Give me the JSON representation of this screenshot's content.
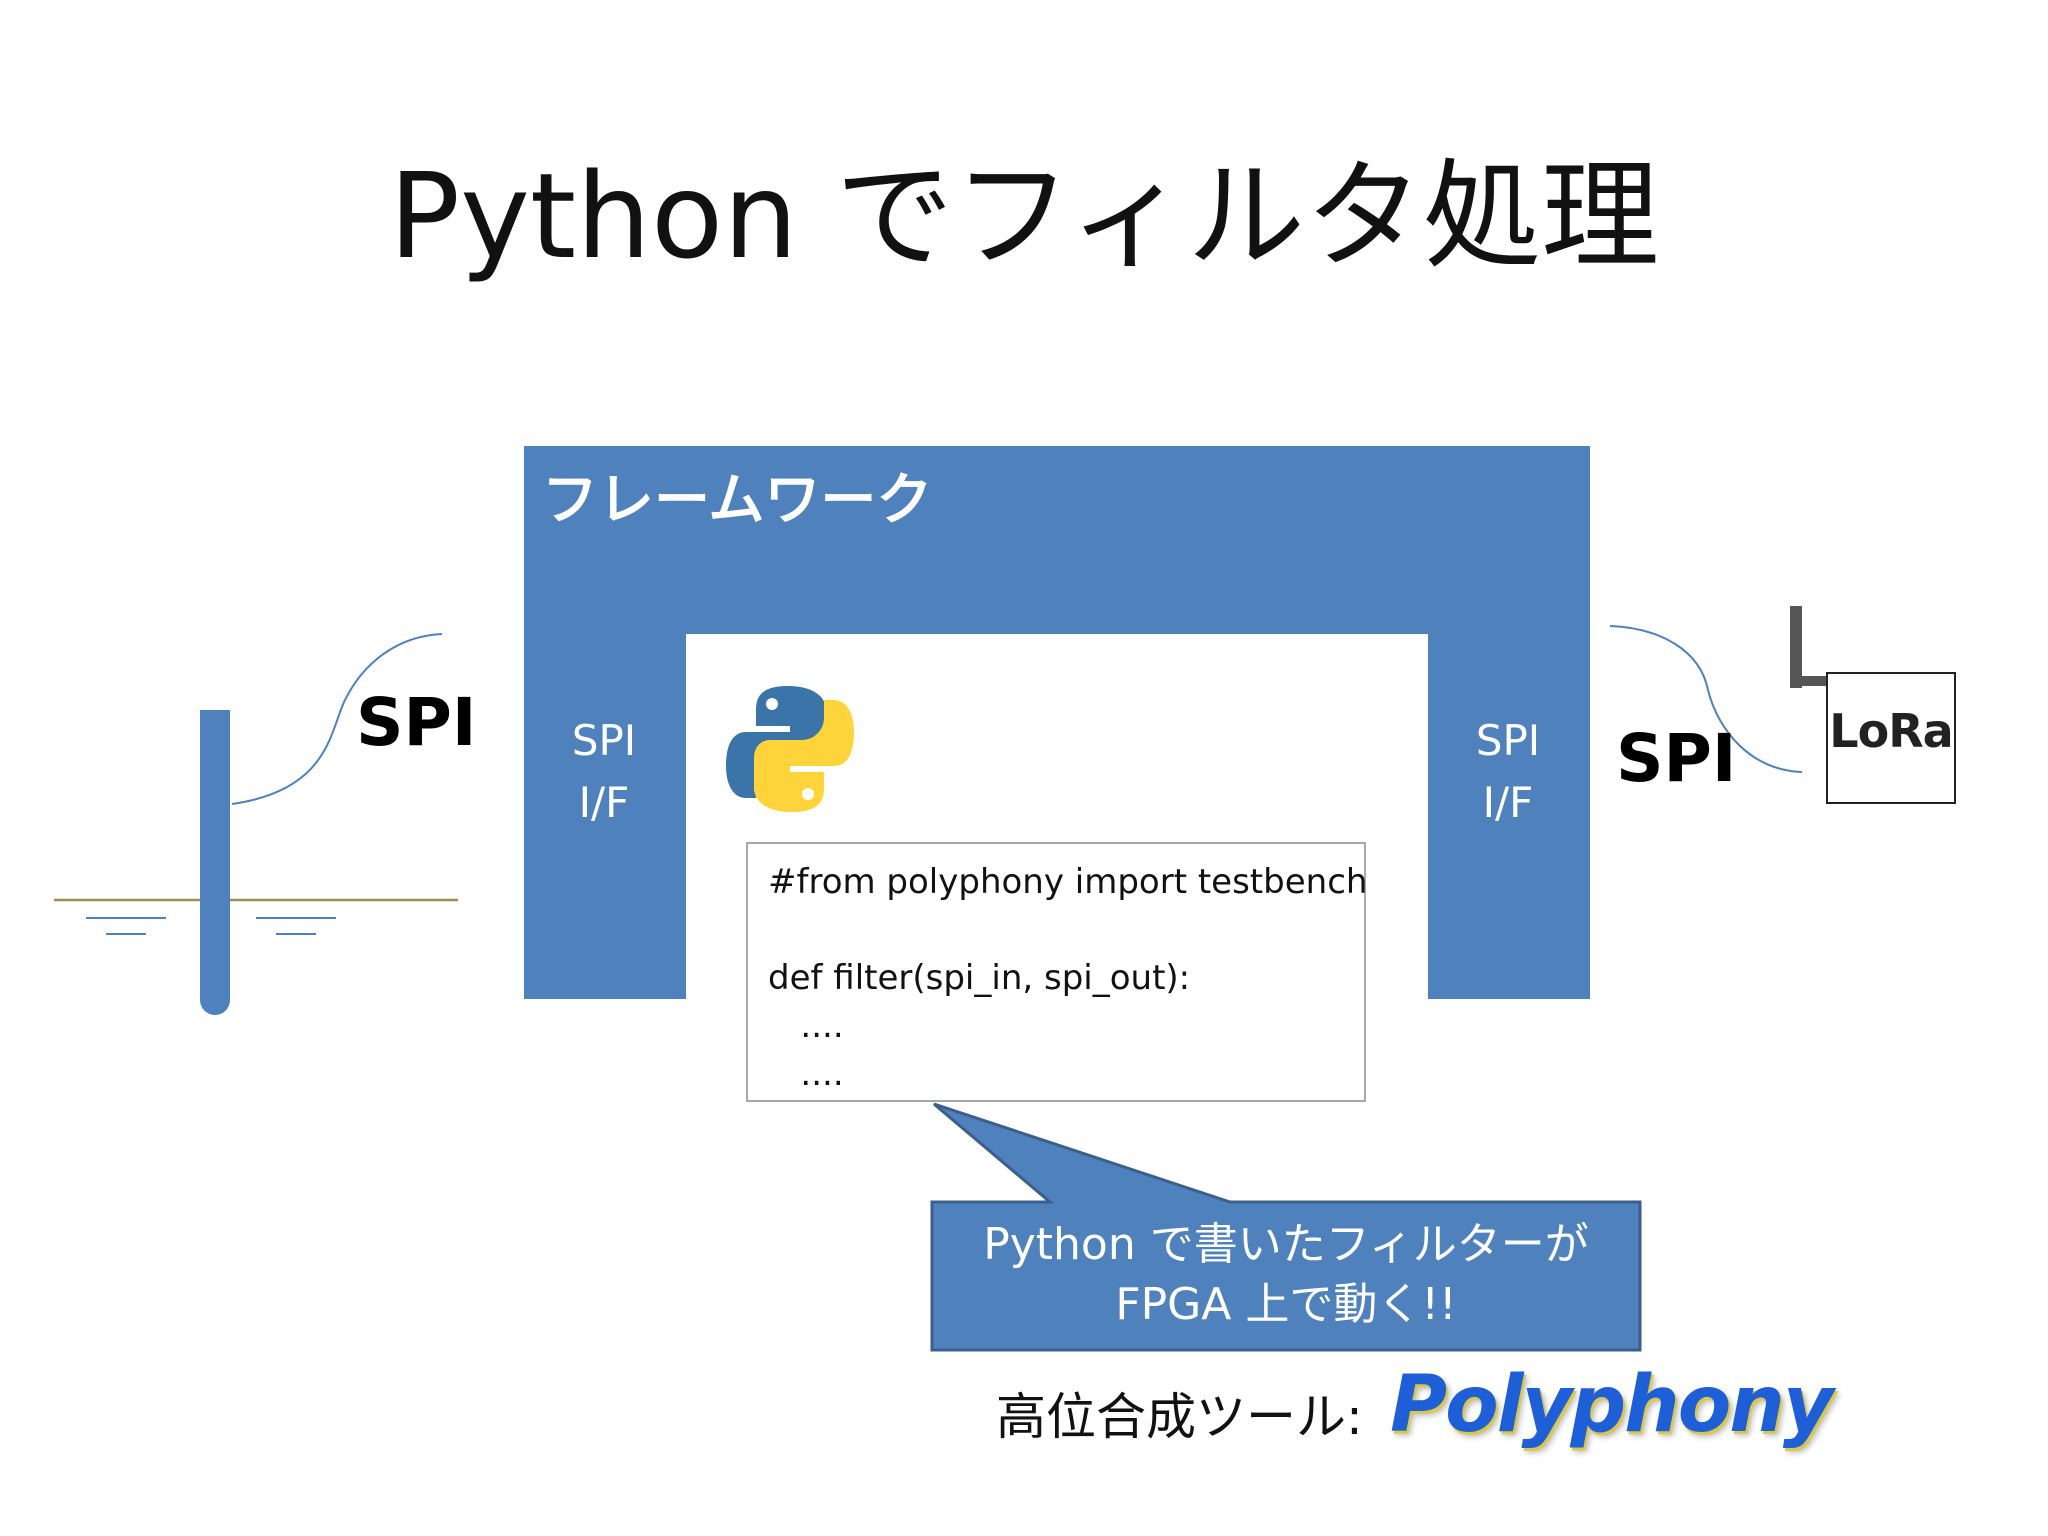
{
  "slide": {
    "title": "Python でフィルタ処理"
  },
  "framework": {
    "label": "フレームワーク",
    "left_if": {
      "line1": "SPI",
      "line2": "I/F"
    },
    "right_if": {
      "line1": "SPI",
      "line2": "I/F"
    }
  },
  "connections": {
    "left_spi": "SPI",
    "right_spi": "SPI"
  },
  "code": {
    "lines": [
      "#from polyphony import testbench",
      "",
      "def filter(spi_in, spi_out):",
      "   ....",
      "   ...."
    ]
  },
  "callout": {
    "line1": "Python で書いたフィルターが",
    "line2": "FPGA 上で動く!!"
  },
  "hls_tool": {
    "label": "高位合成ツール:",
    "logo_text": "Polyphony"
  },
  "lora": {
    "logo_text": "LoRa"
  },
  "colors": {
    "accent": "#4f81bd",
    "callout_border": "#3a5f8f",
    "water_line": "#a08a58",
    "polyphony_blue": "#1e5fd8"
  },
  "icons": {
    "sensor": "water-level-sensor-icon",
    "python": "python-logo-icon",
    "lora": "lora-module-icon",
    "antenna": "antenna-icon"
  }
}
